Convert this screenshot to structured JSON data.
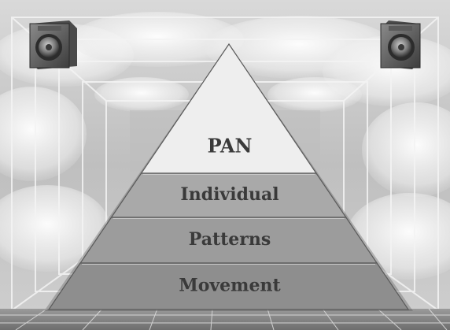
{
  "pyramid": {
    "layers": [
      {
        "label": "PAN",
        "fill": "#eeeeee"
      },
      {
        "label": "Individual",
        "fill": "#a9a9a9"
      },
      {
        "label": "Patterns",
        "fill": "#9c9c9c"
      },
      {
        "label": "Movement",
        "fill": "#8e8e8e"
      }
    ]
  },
  "scene": {
    "background": "sky with clouds in a perspective room",
    "decorations": [
      "speaker-left",
      "speaker-right"
    ]
  }
}
